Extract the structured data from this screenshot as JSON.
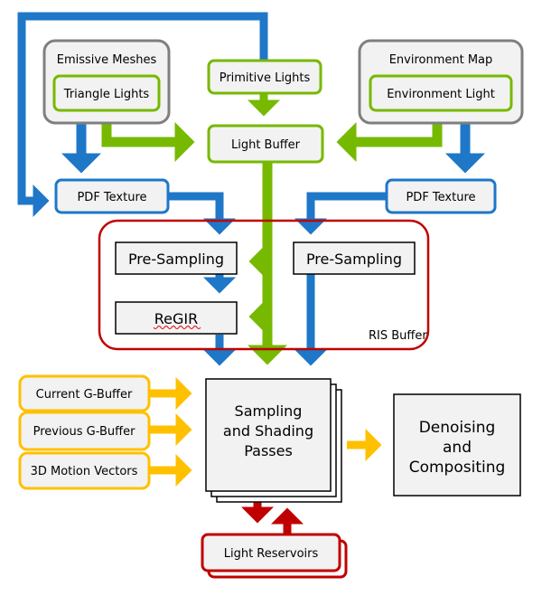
{
  "nodes": {
    "emissive_meshes": "Emissive Meshes",
    "triangle_lights": "Triangle Lights",
    "primitive_lights": "Primitive Lights",
    "environment_map": "Environment Map",
    "environment_light": "Environment Light",
    "light_buffer": "Light Buffer",
    "pdf_texture_left": "PDF Texture",
    "pdf_texture_right": "PDF Texture",
    "presampling_left": "Pre-Sampling",
    "presampling_right": "Pre-Sampling",
    "regir": "ReGIR",
    "ris_buffer": "RIS Buffer",
    "current_gbuffer": "Current G-Buffer",
    "previous_gbuffer": "Previous G-Buffer",
    "motion_vectors": "3D Motion Vectors",
    "sampling_line1": "Sampling",
    "sampling_line2": "and Shading",
    "sampling_line3": "Passes",
    "denoising_line1": "Denoising",
    "denoising_line2": "and",
    "denoising_line3": "Compositing",
    "light_reservoirs": "Light Reservoirs"
  },
  "colors": {
    "blue": "#1f77c8",
    "green": "#76b900",
    "gold": "#ffc000",
    "red": "#c00000",
    "gray_border": "#7f7f7f",
    "box_fill": "#f2f2f2"
  }
}
